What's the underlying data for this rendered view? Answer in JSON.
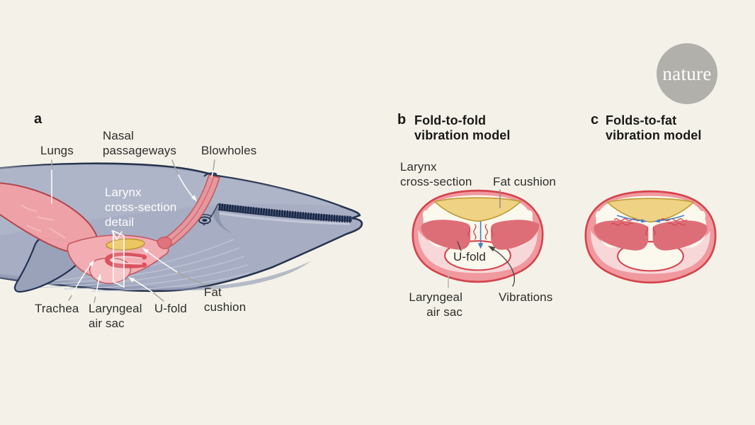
{
  "figure": {
    "background_color": "#f4f2e8",
    "palette": {
      "whale_body": "#a7adc3",
      "whale_outline": "#26344f",
      "lung_pink": "#f1a2a7",
      "organ_red_outline": "#c4545c",
      "ring_salmon": "#f0999f",
      "ring_red_outline": "#d5444d",
      "fold_dark_pink": "#dd6e78",
      "air_sac_light_pink": "#f8d7d9",
      "cavity_cream": "#fbf8ee",
      "fat_yellow": "#efd283",
      "fat_outline": "#bd9c35",
      "arrow_blue": "#4a7ec0",
      "label_dark": "#2d2d2b",
      "label_white": "#fdfdfb",
      "logo_gray": "#b2b0ab"
    }
  },
  "logo": {
    "text": "nature"
  },
  "panel_a": {
    "letter": "a",
    "labels": {
      "lungs": "Lungs",
      "nasal_passageways": "Nasal\npassageways",
      "blowholes": "Blowholes",
      "larynx_detail": "Larynx\ncross-section\ndetail",
      "trachea": "Trachea",
      "laryngeal_air_sac": "Laryngeal\nair sac",
      "u_fold": "U-fold",
      "fat_cushion": "Fat\ncushion"
    }
  },
  "panel_b": {
    "letter": "b",
    "title": "Fold-to-fold\nvibration model",
    "labels": {
      "larynx_cross_section": "Larynx\ncross-section",
      "fat_cushion": "Fat cushion",
      "u_fold": "U-fold",
      "laryngeal_air_sac": "Laryngeal\nair sac",
      "vibrations": "Vibrations"
    }
  },
  "panel_c": {
    "letter": "c",
    "title": "Folds-to-fat\nvibration model"
  }
}
